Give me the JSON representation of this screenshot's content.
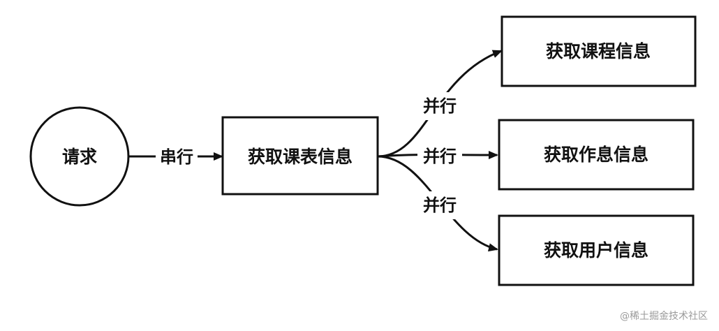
{
  "nodes": {
    "request": "请求",
    "get_schedule": "获取课表信息",
    "get_course": "获取课程信息",
    "get_rest": "获取作息信息",
    "get_user": "获取用户信息"
  },
  "edges": {
    "serial": "串行",
    "parallel_top": "并行",
    "parallel_mid": "并行",
    "parallel_bottom": "并行"
  },
  "watermark": "@稀土掘金技术社区"
}
